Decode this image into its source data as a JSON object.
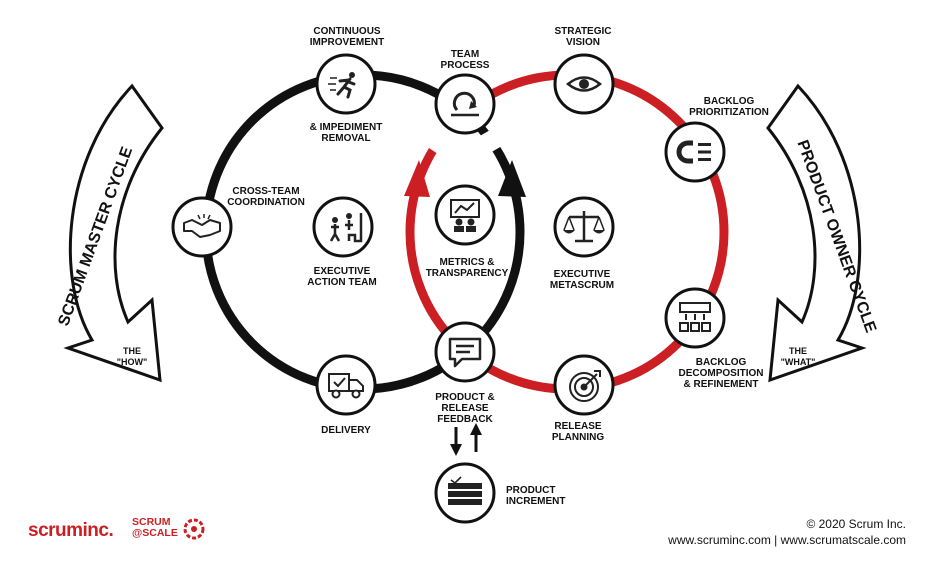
{
  "nodes": {
    "continuous_improvement": "CONTINUOUS\nIMPROVEMENT",
    "impediment_removal": "& IMPEDIMENT\nREMOVAL",
    "team_process": "TEAM\nPROCESS",
    "strategic_vision": "STRATEGIC\nVISION",
    "backlog_prioritization": "BACKLOG\nPRIORITIZATION",
    "cross_team_coordination": "CROSS-TEAM\nCOORDINATION",
    "executive_action_team": "EXECUTIVE\nACTION TEAM",
    "metrics_transparency": "METRICS &\nTRANSPARENCY",
    "executive_metascrum": "EXECUTIVE\nMETASCRUM",
    "backlog_decomposition": "BACKLOG\nDECOMPOSITION\n& REFINEMENT",
    "delivery": "DELIVERY",
    "product_release_feedback": "PRODUCT &\nRELEASE\nFEEDBACK",
    "release_planning": "RELEASE\nPLANNING",
    "product_increment": "PRODUCT\nINCREMENT"
  },
  "cycles": {
    "scrum_master": "SCRUM MASTER CYCLE",
    "scrum_master_sub": "THE\n\"HOW\"",
    "product_owner": "PRODUCT OWNER CYCLE",
    "product_owner_sub": "THE\n\"WHAT\""
  },
  "branding": {
    "logo_scrum": "scrum",
    "logo_inc": "inc.",
    "logo_sas_1": "SCRUM",
    "logo_sas_2": "@SCALE",
    "copyright": "© 2020 Scrum Inc.",
    "websites": "www.scruminc.com | www.scrumatscale.com"
  },
  "colors": {
    "black_cycle": "#111111",
    "red_cycle": "#cc1f24",
    "node_fill": "#ffffff",
    "icon": "#222222"
  },
  "icons": {
    "continuous_improvement": "running-person-icon",
    "team_process": "cycle-arrow-icon",
    "strategic_vision": "eye-icon",
    "backlog_prioritization": "magnet-list-icon",
    "cross_team_coordination": "handshake-icon",
    "executive_action_team": "climbing-people-icon",
    "metrics_transparency": "presentation-board-icon",
    "executive_metascrum": "balance-scale-icon",
    "backlog_decomposition": "decomposition-icon",
    "delivery": "delivery-truck-icon",
    "product_release_feedback": "chat-bubble-icon",
    "release_planning": "target-icon",
    "product_increment": "increment-stack-icon"
  }
}
